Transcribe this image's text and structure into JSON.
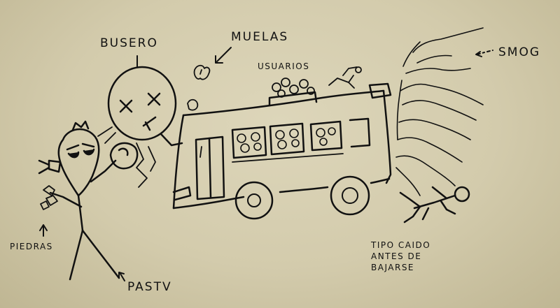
{
  "labels": {
    "busero": "BUSERO",
    "muelas": "MUELAS",
    "usuarios": "USUARIOS",
    "smog": "SMOG",
    "piedras": "PIEDRAS",
    "pastv": "PASTV",
    "tipo_caido": "TIPO CAIDO ANTES DE BAJARSE"
  },
  "colors": {
    "paper": "#d6ceb0",
    "ink": "#111111"
  }
}
